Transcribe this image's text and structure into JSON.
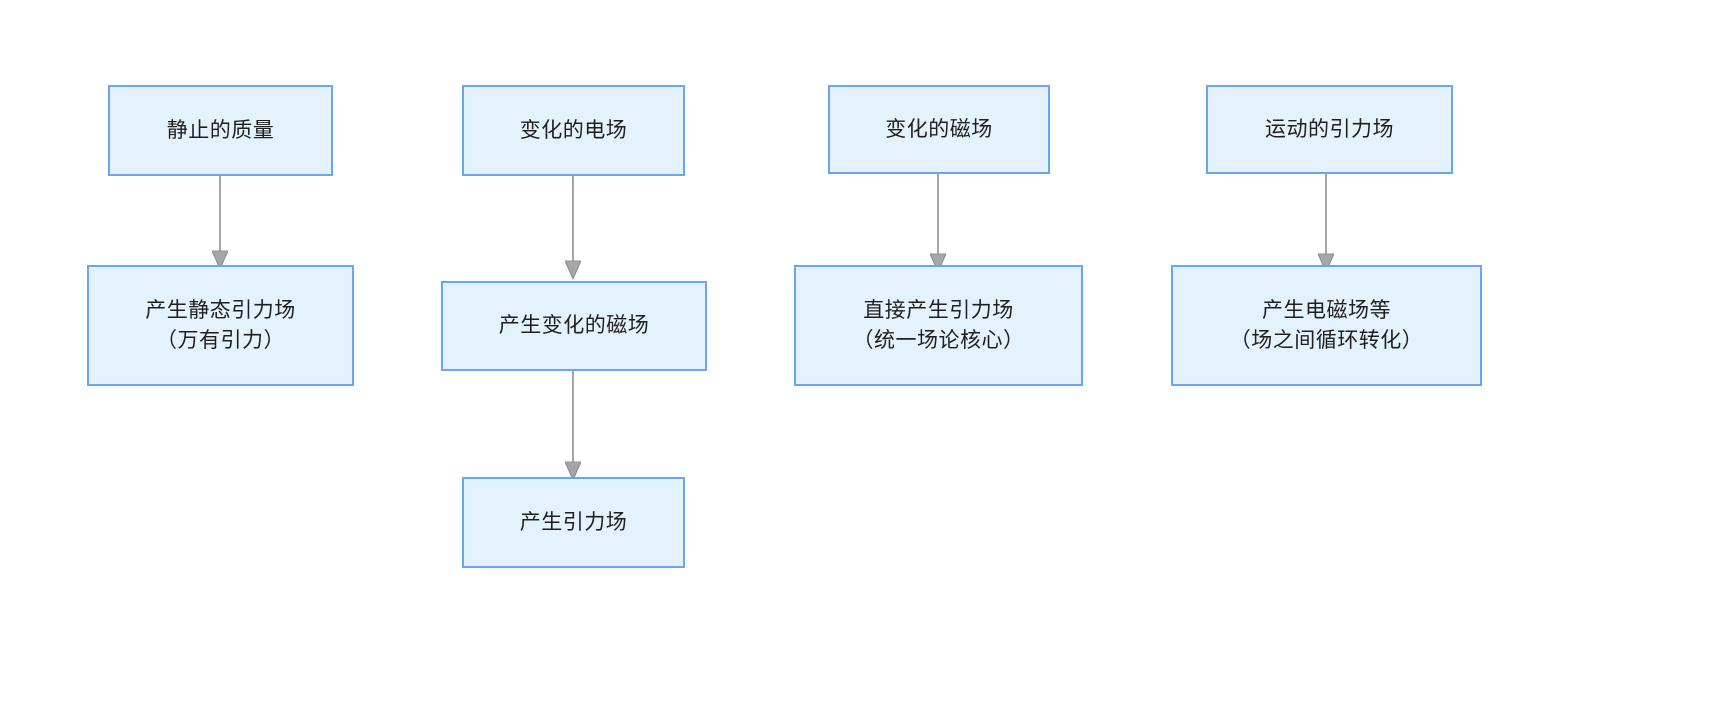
{
  "diagram": {
    "type": "flowchart",
    "orientation": "top-to-bottom",
    "background_color": "#ffffff",
    "node_fill_color": "#e3f2fd",
    "node_border_color": "#6aa5f5",
    "edge_color": "#a6a6a6",
    "text_color": "#1f1f1f",
    "chains": [
      {
        "id": "chain-1",
        "nodes": [
          {
            "id": "n1",
            "label": "静止的质量"
          },
          {
            "id": "n2",
            "label": "产生静态引力场\n（万有引力）"
          }
        ],
        "edges": [
          {
            "from": "n1",
            "to": "n2"
          }
        ]
      },
      {
        "id": "chain-2",
        "nodes": [
          {
            "id": "n3",
            "label": "变化的电场"
          },
          {
            "id": "n4",
            "label": "产生变化的磁场"
          },
          {
            "id": "n5",
            "label": "产生引力场"
          }
        ],
        "edges": [
          {
            "from": "n3",
            "to": "n4"
          },
          {
            "from": "n4",
            "to": "n5"
          }
        ]
      },
      {
        "id": "chain-3",
        "nodes": [
          {
            "id": "n6",
            "label": "变化的磁场"
          },
          {
            "id": "n7",
            "label": "直接产生引力场\n（统一场论核心）"
          }
        ],
        "edges": [
          {
            "from": "n6",
            "to": "n7"
          }
        ]
      },
      {
        "id": "chain-4",
        "nodes": [
          {
            "id": "n8",
            "label": "运动的引力场"
          },
          {
            "id": "n9",
            "label": "产生电磁场等\n（场之间循环转化）"
          }
        ],
        "edges": [
          {
            "from": "n8",
            "to": "n9"
          }
        ]
      }
    ]
  }
}
